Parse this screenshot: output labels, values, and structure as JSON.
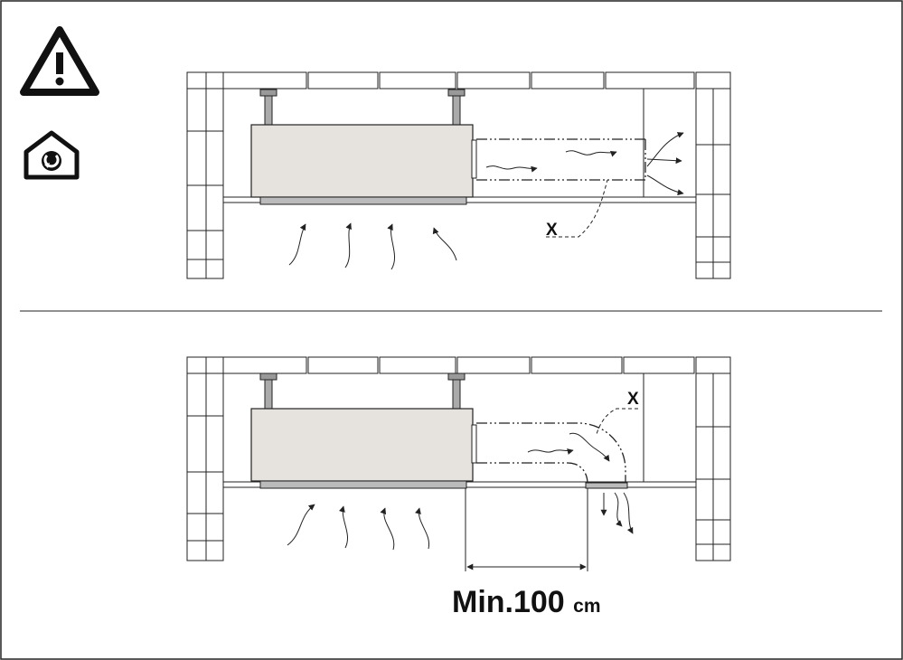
{
  "icons": {
    "warning": "warning-triangle-icon",
    "indoor_use": "house-recirculation-icon"
  },
  "top_diagram": {
    "duct_label": "X"
  },
  "bottom_diagram": {
    "duct_label": "X",
    "distance_value": "Min.100",
    "distance_unit": "cm"
  },
  "colors": {
    "line": "#222222",
    "unit_fill": "#e6e3df",
    "post_fill": "#aaaaaa"
  }
}
